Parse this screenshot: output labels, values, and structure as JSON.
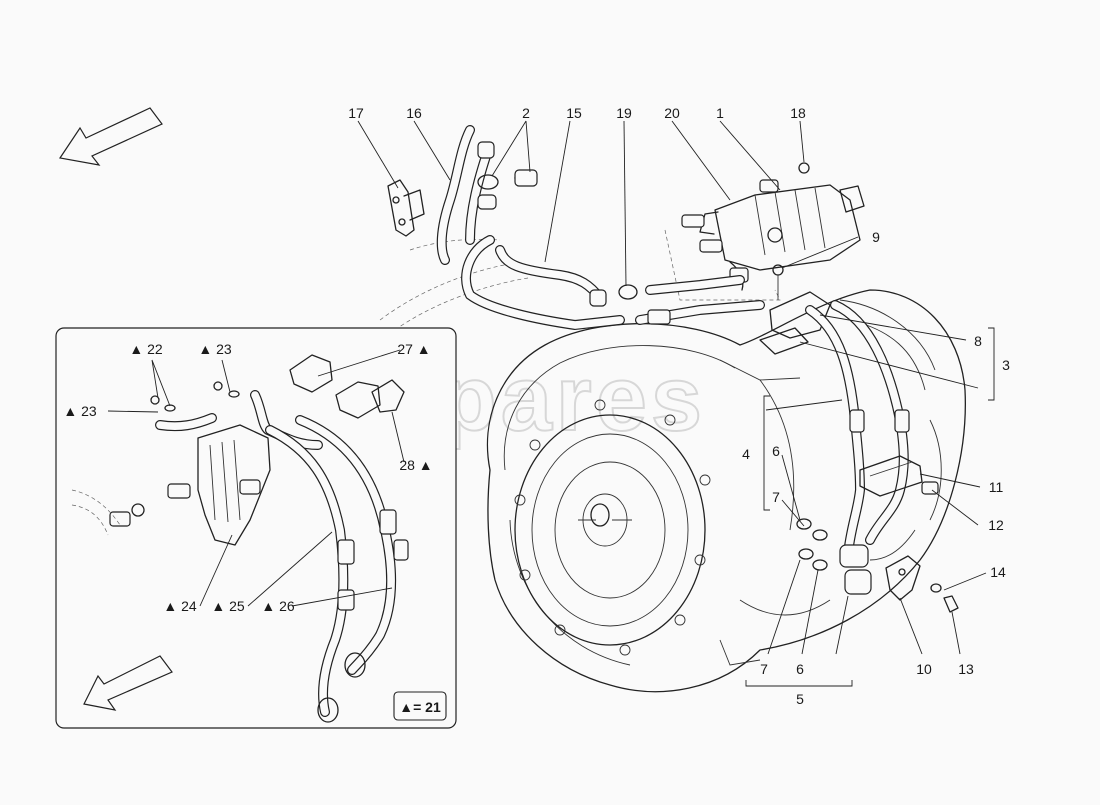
{
  "watermark": "eurospares",
  "legend": {
    "text": "▲= 21"
  },
  "callouts": {
    "c1": "1",
    "c2": "2",
    "c3": "3",
    "c4": "4",
    "c5": "5",
    "c6a": "6",
    "c6b": "6",
    "c7a": "7",
    "c7b": "7",
    "c8": "8",
    "c9": "9",
    "c10": "10",
    "c11": "11",
    "c12": "12",
    "c13": "13",
    "c14": "14",
    "c15": "15",
    "c16": "16",
    "c17": "17",
    "c18": "18",
    "c19": "19",
    "c20": "20",
    "c22": "▲ 22",
    "c23a": "▲ 23",
    "c23b": "▲ 23",
    "c24": "▲ 24",
    "c25": "▲ 25",
    "c26": "▲ 26",
    "c27": "27 ▲",
    "c28": "28 ▲"
  }
}
